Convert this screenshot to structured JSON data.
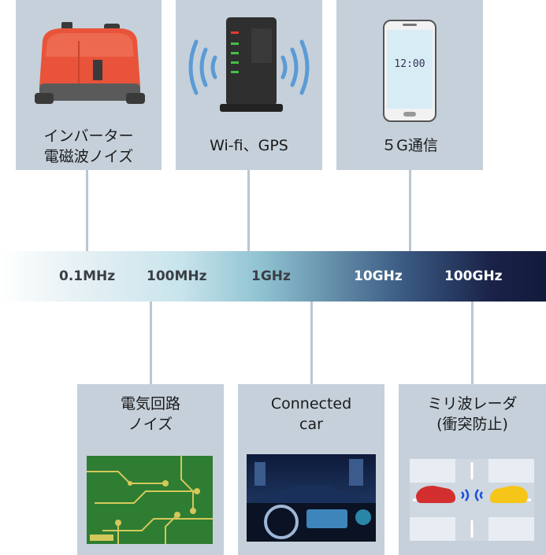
{
  "top_cards": [
    {
      "label": "インバーター\n電磁波ノイズ",
      "icon": "generator-icon"
    },
    {
      "label": "Wi-fi、GPS",
      "icon": "router-icon"
    },
    {
      "label": "５G通信",
      "icon": "smartphone-icon"
    }
  ],
  "phone_clock": "12:00",
  "frequencies": [
    "0.1MHz",
    "100MHz",
    "1GHz",
    "10GHz",
    "100GHz"
  ],
  "bottom_cards": [
    {
      "label": "電気回路\nノイズ",
      "image": "circuit-board-image"
    },
    {
      "label": "Connected\ncar",
      "image": "car-dashboard-image"
    },
    {
      "label": "ミリ波レーダ\n(衝突防止)",
      "image": "radar-cars-image"
    }
  ],
  "colors": {
    "card": "#c5d0da",
    "connector": "#bcc6cf",
    "band_end": "#121a3c",
    "generator": "#e8533a",
    "pcb": "#2e7d32"
  }
}
